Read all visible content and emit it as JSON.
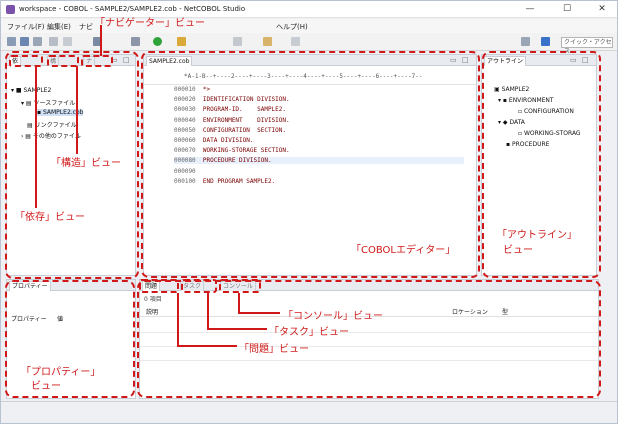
{
  "window": {
    "title": "workspace - COBOL - SAMPLE2/SAMPLE2.cob - NetCOBOL Studio",
    "controls": [
      "—",
      "☐",
      "✕"
    ]
  },
  "menubar": {
    "items": [
      "ファイル(F)",
      "編集(E)",
      "ナビ",
      "ヘルプ(H)"
    ]
  },
  "toolbar": {
    "quick_access_placeholder": "クイック・アクセス"
  },
  "navigator_panel": {
    "tabs": [
      "依",
      "構",
      "ナ"
    ],
    "tree": [
      "SAMPLE2",
      "ソースファイル",
      "SAMPLE2.cob",
      "リンクファイル",
      "その他のファイル"
    ]
  },
  "editor": {
    "tab": "SAMPLE2.cob",
    "ruler": "*A-1-B--+----2----+----3----+----4----+----5----+----6----+----7--",
    "lines": [
      {
        "num": "000010",
        "text": "*>"
      },
      {
        "num": "000020",
        "text": "IDENTIFICATION DIVISION."
      },
      {
        "num": "000030",
        "text": "PROGRAM-ID.    SAMPLE2."
      },
      {
        "num": "000040",
        "text": "ENVIRONMENT    DIVISION."
      },
      {
        "num": "000050",
        "text": "CONFIGURATION  SECTION."
      },
      {
        "num": "000060",
        "text": "DATA DIVISION."
      },
      {
        "num": "000070",
        "text": "WORKING-STORAGE SECTION."
      },
      {
        "num": "000080",
        "text": "PROCEDURE DIVISION."
      },
      {
        "num": "000090",
        "text": ""
      },
      {
        "num": "000100",
        "text": "END PROGRAM SAMPLE2."
      }
    ]
  },
  "outline": {
    "tab": "アウトライン",
    "tree": [
      "SAMPLE2",
      "ENVIRONMENT",
      "CONFIGURATION",
      "DATA",
      "WORKING-STORAG",
      "PROCEDURE"
    ]
  },
  "properties": {
    "tab": "プロパティー",
    "col_property": "プロパティー",
    "col_value": "値"
  },
  "problems": {
    "tabs": [
      "問題",
      "タスク",
      "コンソール"
    ],
    "count": "0 項目",
    "col_description": "説明",
    "col_location": "ロケーション",
    "col_type": "型"
  },
  "annotations": {
    "navigator": "「ナビゲーター」ビュー",
    "structure": "「構造」ビュー",
    "dependency": "「依存」ビュー",
    "editor": "「COBOLエディター」",
    "outline_line1": "「アウトライン」",
    "outline_line2": "ビュー",
    "properties_line1": "「プロパティー」",
    "properties_line2": "ビュー",
    "console": "「コンソール」ビュー",
    "task": "「タスク」ビュー",
    "problems": "「問題」ビュー"
  }
}
